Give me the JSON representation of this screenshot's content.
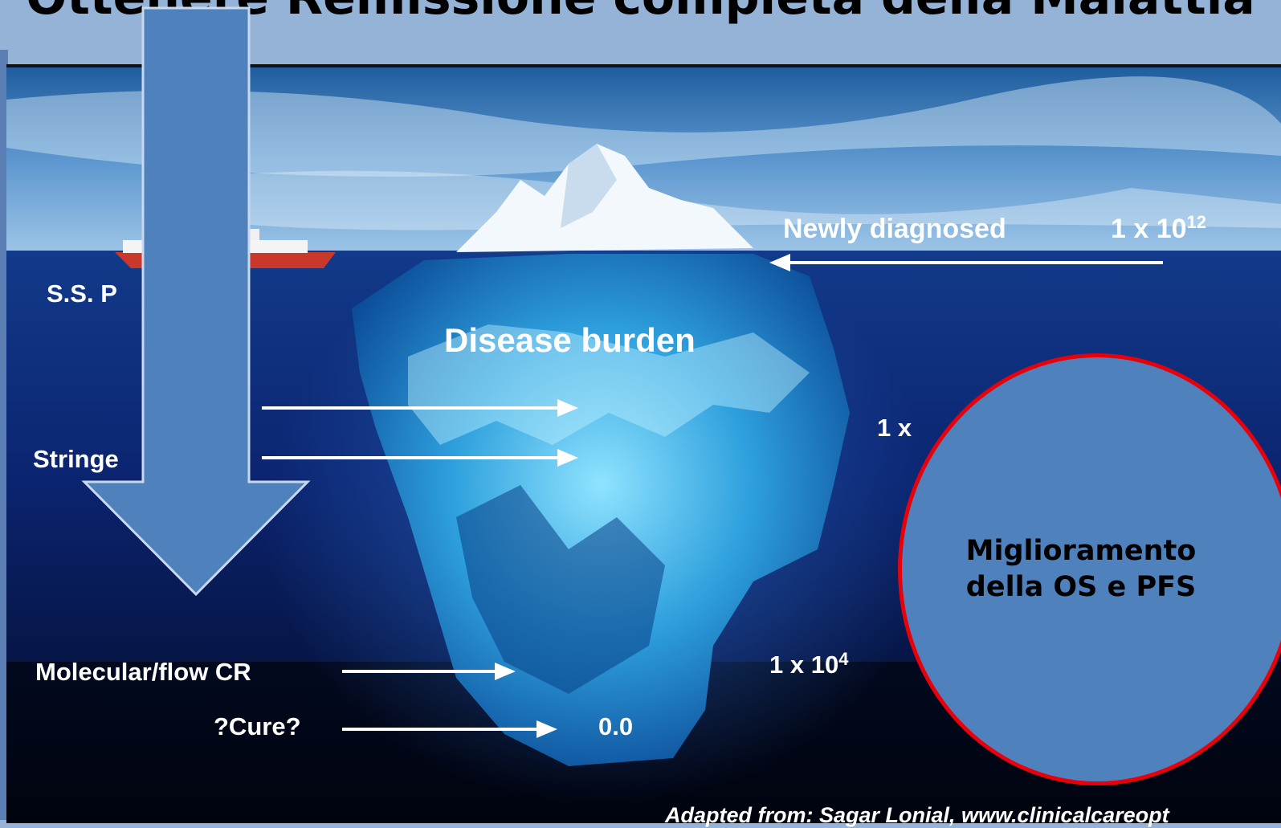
{
  "slide": {
    "title": "Ottenere  Remissione completa della Malattia"
  },
  "figure": {
    "disease_burden": "Disease burden",
    "newly_diagnosed": "Newly diagnosed",
    "newly_diagnosed_value_base": "1 x 10",
    "newly_diagnosed_value_exp": "12",
    "mid_value_base": "1 x",
    "low_value_base": "1 x 10",
    "low_value_exp": "4",
    "ss_label": "S.S. P",
    "stringent_label": "Stringe",
    "molecular_label": "Molecular/flow CR",
    "cure_label": "?Cure?",
    "cure_value": "0.0",
    "credit": "Adapted from: Sagar Lonial, www.clinicalcareopt"
  },
  "callout": {
    "text_line1": "Miglioramento",
    "text_line2": "della OS e PFS",
    "border_color": "#e8000b",
    "fill_color": "#4f81bd"
  },
  "overlay_arrow": {
    "direction": "down",
    "fill_color": "#4f81bd"
  }
}
